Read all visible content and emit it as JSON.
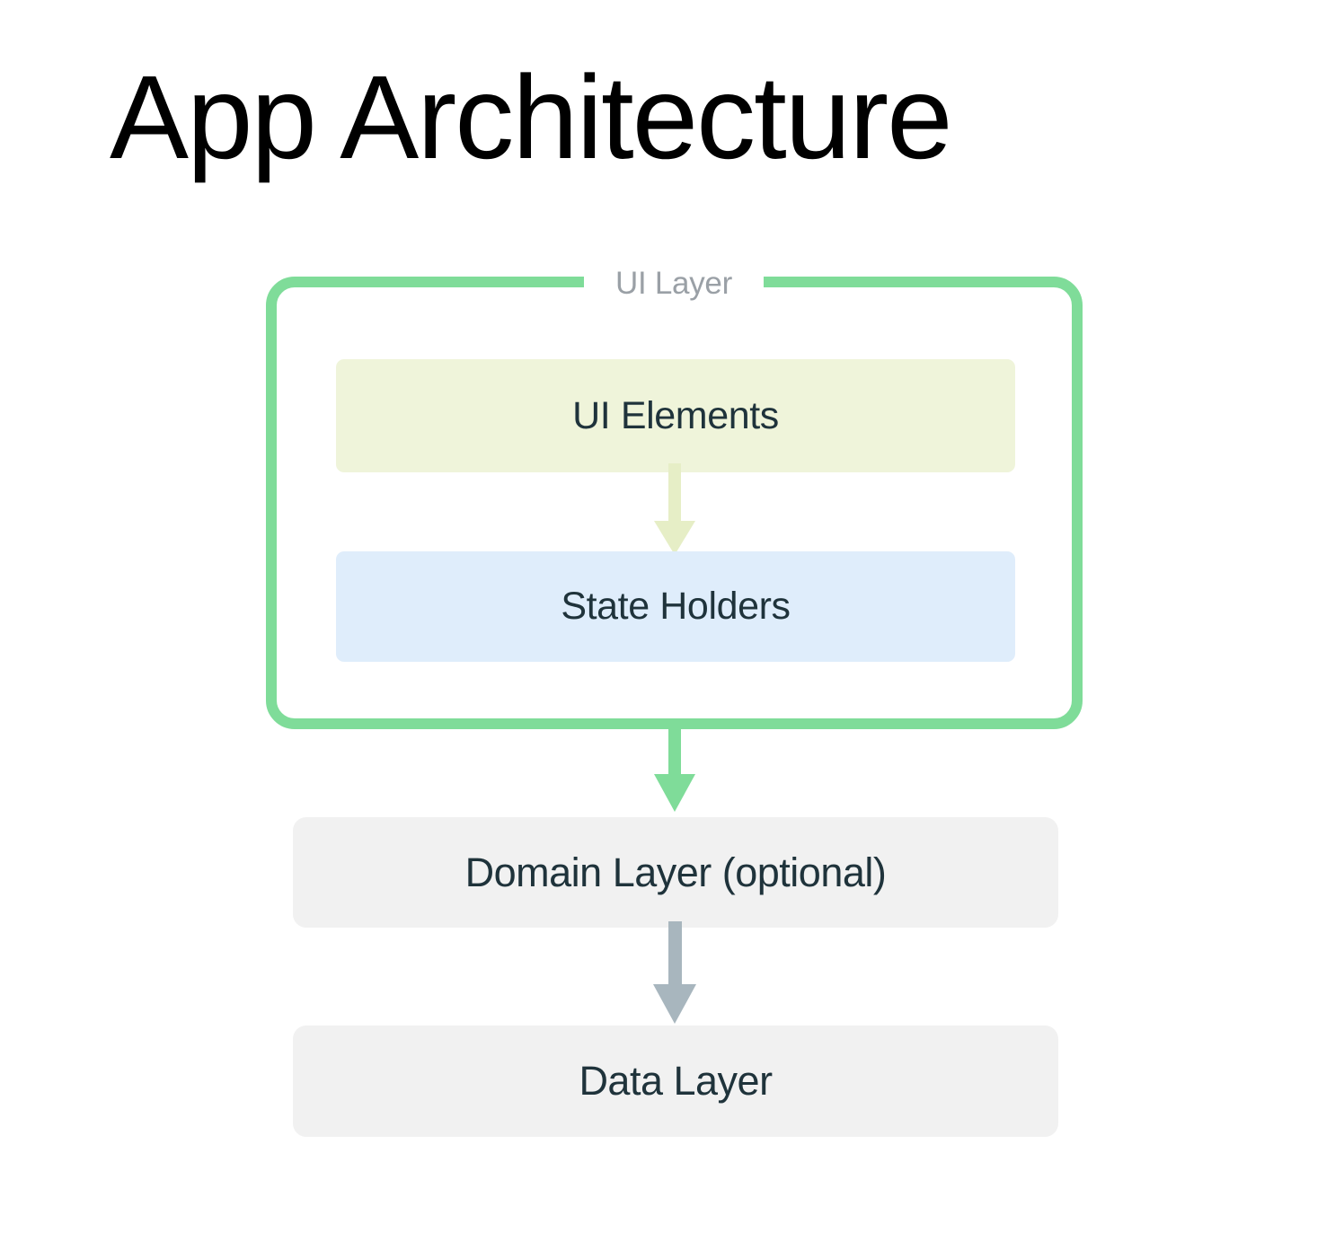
{
  "page": {
    "title": "App Architecture",
    "background_color": "#FFFFFF"
  },
  "diagram": {
    "type": "layered-architecture",
    "ui_layer": {
      "label": "UI Layer",
      "label_color": "#9AA0A6",
      "border_color": "#7FDC99",
      "boxes": [
        {
          "id": "ui-elements",
          "label": "UI Elements",
          "fill": "#EFF4DA",
          "text_color": "#1F333B"
        },
        {
          "id": "state-holders",
          "label": "State Holders",
          "fill": "#DFEDFB",
          "text_color": "#1F333B"
        }
      ]
    },
    "layers": [
      {
        "id": "domain-layer",
        "label": "Domain Layer (optional)",
        "fill": "#F1F1F1",
        "text_color": "#1F333B"
      },
      {
        "id": "data-layer",
        "label": "Data Layer",
        "fill": "#F1F1F1",
        "text_color": "#1F333B"
      }
    ],
    "arrows": [
      {
        "id": "ui-elements-to-state-holders",
        "from": "ui-elements",
        "to": "state-holders",
        "color": "#E6EEC6",
        "direction": "down"
      },
      {
        "id": "ui-layer-to-domain-layer",
        "from": "ui-layer",
        "to": "domain-layer",
        "color": "#7FDC99",
        "direction": "down"
      },
      {
        "id": "domain-layer-to-data-layer",
        "from": "domain-layer",
        "to": "data-layer",
        "color": "#A8B6BE",
        "direction": "down"
      }
    ]
  }
}
